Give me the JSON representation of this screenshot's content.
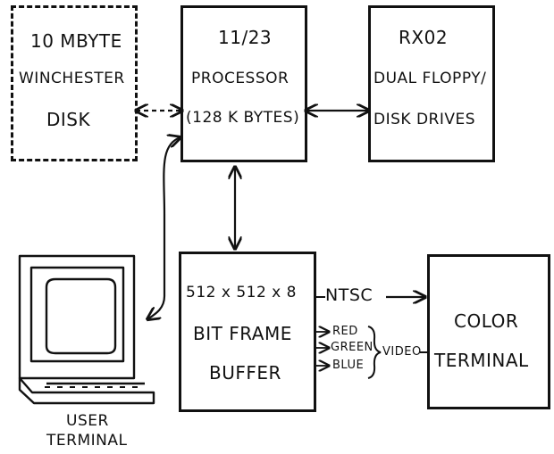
{
  "winchester": {
    "line1": "10 MBYTE",
    "line2": "WINCHESTER",
    "line3": "DISK"
  },
  "processor": {
    "line1": "11/23",
    "line2": "PROCESSOR",
    "line3": "(128 K BYTES)"
  },
  "floppy": {
    "line1": "RX02",
    "line2": "DUAL FLOPPY/",
    "line3": "DISK DRIVES"
  },
  "frame_buffer": {
    "line1": "512 x 512 x 8",
    "line2": "BIT FRAME",
    "line3": "BUFFER"
  },
  "color_terminal": {
    "line1": "COLOR",
    "line2": "TERMINAL"
  },
  "signals": {
    "ntsc": "NTSC",
    "red": "RED",
    "green": "GREEN",
    "blue": "BLUE",
    "video": "VIDEO"
  },
  "user_terminal": {
    "line1": "USER",
    "line2": "TERMINAL"
  }
}
